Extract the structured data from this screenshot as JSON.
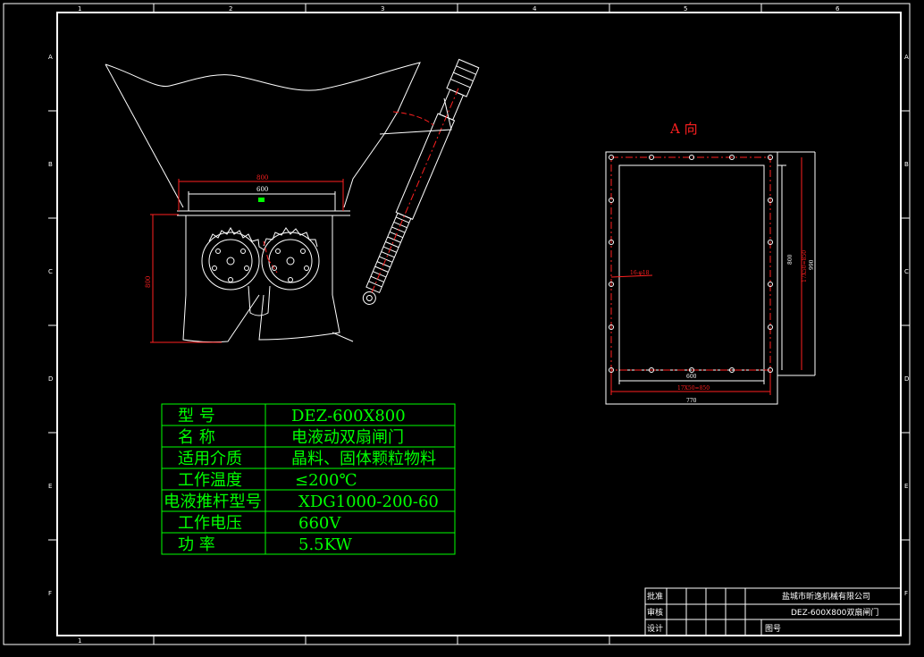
{
  "border": {
    "columns": [
      "1",
      "2",
      "3",
      "4",
      "5",
      "6"
    ],
    "rows": [
      "A",
      "B",
      "C",
      "D",
      "E",
      "F"
    ],
    "bottom_label": "1"
  },
  "side_view": {
    "dim_top_outer": "800",
    "dim_top_inner": "600",
    "dim_height": "800"
  },
  "view_a": {
    "title": "A  向",
    "hole_note": "16-φ18",
    "dim_inner_width": "600",
    "dim_bolt_width": "17X50=850",
    "dim_overall_width": "770",
    "dim_inner_height": "800",
    "dim_bolt_height": "17X50=850",
    "dim_overall_height": "990"
  },
  "spec_table": [
    {
      "label": "型    号",
      "value": "DEZ-600X800"
    },
    {
      "label": "名    称",
      "value": "电液动双扇闸门"
    },
    {
      "label": "适用介质",
      "value": "晶料、固体颗粒物料"
    },
    {
      "label": "工作温度",
      "value": "≤200℃"
    },
    {
      "label": "电液推杆型号",
      "value": "XDG1000-200-60"
    },
    {
      "label": "工作电压",
      "value": "660V"
    },
    {
      "label": "功    率",
      "value": "5.5KW"
    }
  ],
  "title_block": {
    "approve_label": "批准",
    "review_label": "审核",
    "design_label": "设计",
    "company": "盐城市昕逸机械有限公司",
    "drawing_name": "DEZ-600X800双扇闸门",
    "drawing_no_label": "图号"
  },
  "colors": {
    "background": "#000000",
    "line": "#ffffff",
    "dimension": "#ff2020",
    "table": "#00ff00"
  }
}
